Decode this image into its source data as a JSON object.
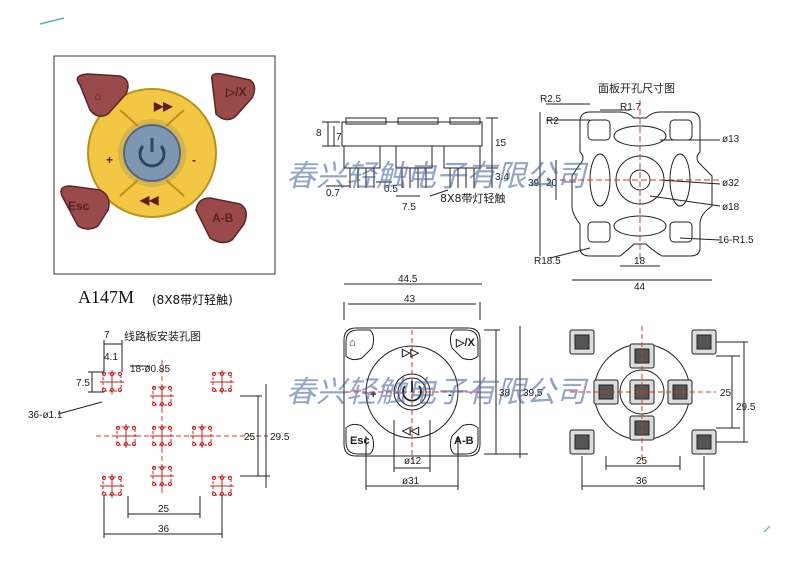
{
  "product": {
    "model": "A147M",
    "subtitle": "(8X8带灯轻触)"
  },
  "render": {
    "keys": {
      "home": "⌂",
      "play": "▷/X",
      "esc": "Esc",
      "ab": "A-B",
      "plus": "+",
      "minus": "-",
      "rew": "◀◀",
      "ffw": "▶▶"
    }
  },
  "side_view": {
    "label": "8X8带灯轻触",
    "dims": {
      "h8": "8",
      "h7": "7",
      "h15": "15",
      "h34": "3.4",
      "w07": "0.7",
      "w05": "0.5",
      "w75": "7.5"
    }
  },
  "panel_cutout": {
    "title": "面板开孔尺寸图",
    "dims": {
      "r25": "R2.5",
      "r2": "R2",
      "r17": "R1.7",
      "d13": "ø13",
      "d32": "ø32",
      "d18": "ø18",
      "h39": "39",
      "h20": "20",
      "w18": "18",
      "w44": "44",
      "r185": "R18.5",
      "r15": "16-R1.5"
    }
  },
  "pcb": {
    "title": "线路板安装孔图",
    "dims": {
      "w7": "7",
      "w4": "4.1",
      "holes_small": "18-ø0.85",
      "h75": "7.5",
      "holes_large": "36-ø1.1",
      "h25": "25",
      "h295": "29.5",
      "w25": "25",
      "w36": "36"
    }
  },
  "front_view": {
    "dims": {
      "w445": "44.5",
      "w43": "43",
      "h38": "38",
      "h395": "39.5",
      "d12": "ø12",
      "d31": "ø31"
    },
    "keys": {
      "home": "⌂",
      "play": "▷/X",
      "esc": "Esc",
      "ab": "A-B",
      "plus": "+",
      "minus": "-",
      "rew": "◁◁",
      "ffw": "▷▷"
    }
  },
  "back_view": {
    "dims": {
      "h25": "25",
      "h295": "29.5",
      "w25": "25",
      "w36": "36"
    }
  },
  "watermark": {
    "top": "春兴轻触电子有限公司",
    "bottom": "春兴轻触电子有限公司"
  }
}
